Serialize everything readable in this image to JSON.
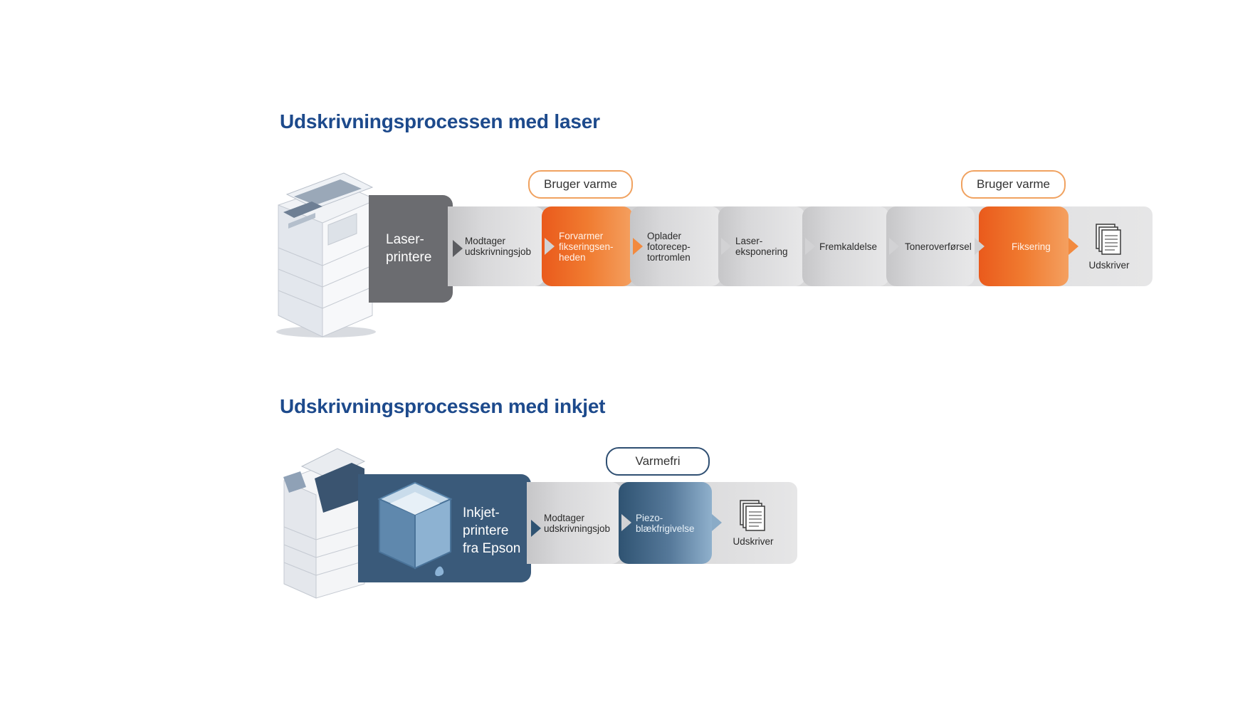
{
  "laser": {
    "title": "Udskrivningsprocessen med laser",
    "printer_label": "Laser-\nprintere",
    "heat_badges": [
      "Bruger varme",
      "Bruger varme"
    ],
    "steps": [
      {
        "label": "Modtager\nudskrivningsjob",
        "style": "grey"
      },
      {
        "label": "Forvarmer\nfikseringsen-\nheden",
        "style": "orange"
      },
      {
        "label": "Oplader\nfotorecep-\ntortromlen",
        "style": "grey"
      },
      {
        "label": "Laser-\neksponering",
        "style": "grey"
      },
      {
        "label": "Fremkaldelse",
        "style": "grey"
      },
      {
        "label": "Toneroverførsel",
        "style": "grey"
      },
      {
        "label": "Fiksering",
        "style": "orange"
      },
      {
        "label": "Udskriver",
        "style": "end",
        "icon": "documents-icon"
      }
    ]
  },
  "inkjet": {
    "title": "Udskrivningsprocessen med inkjet",
    "printer_label": "Inkjet-\nprintere\nfra Epson",
    "heat_badge": "Varmefri",
    "steps": [
      {
        "label": "Modtager\nudskrivningsjob",
        "style": "grey"
      },
      {
        "label": "Piezo-\nblækfrigivelse",
        "style": "blue"
      },
      {
        "label": "Udskriver",
        "style": "end",
        "icon": "documents-icon"
      }
    ]
  },
  "colors": {
    "title": "#1d4a8c",
    "heat": "#f07b30",
    "laser_panel": "#6b6c70",
    "inkjet_panel": "#3a5a7a",
    "step_grey": "#d8d8da"
  }
}
